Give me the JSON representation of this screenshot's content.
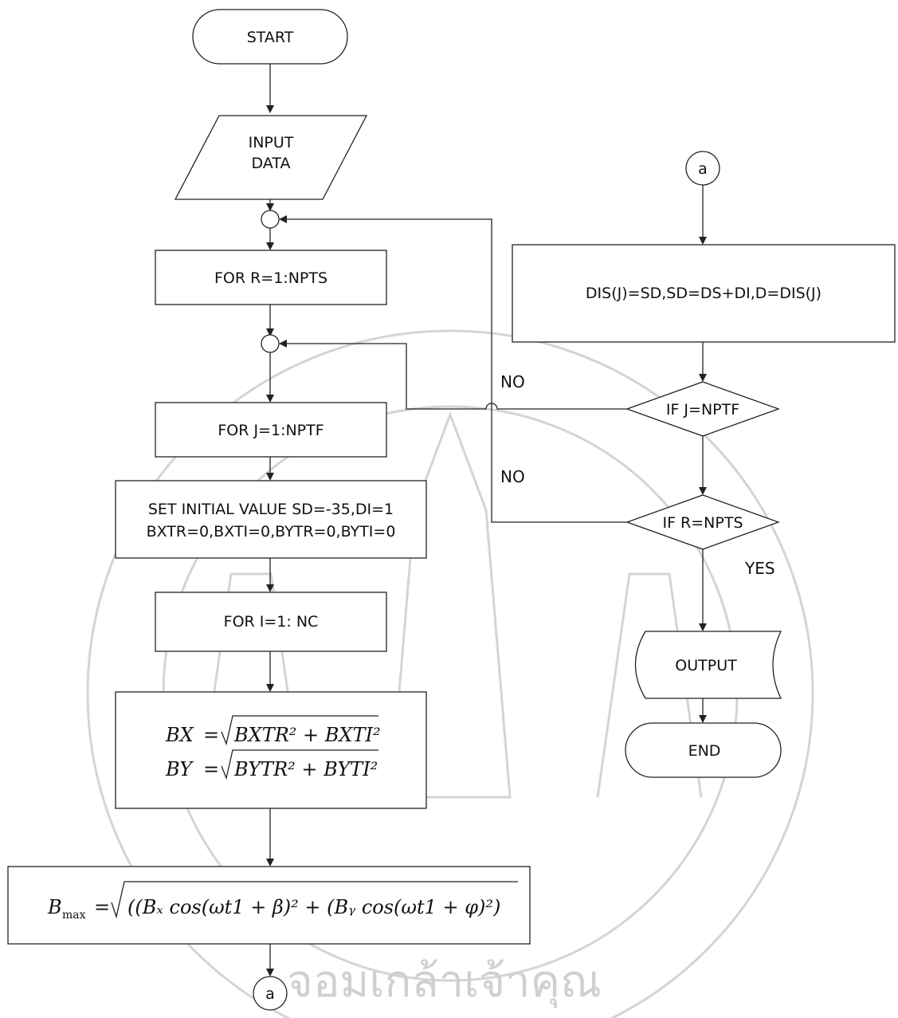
{
  "flowchart": {
    "start": "START",
    "input_line1": "INPUT",
    "input_line2": "DATA",
    "for_r": "FOR R=1:NPTS",
    "for_j": "FOR J=1:NPTF",
    "set_init_line1": "SET INITIAL VALUE SD=-35,DI=1",
    "set_init_line2": "BXTR=0,BXTI=0,BYTR=0,BYTI=0",
    "for_i": "FOR I=1: NC",
    "bx_eq": "BX",
    "bx_rhs": "BXTR² + BXTI²",
    "by_eq": "BY",
    "by_rhs": "BYTR² + BYTI²",
    "bmax_lhs": "B",
    "bmax_sub": "max",
    "bmax_rhs": "((Bₓ cos(ωt1 + β)² + (Bᵧ cos(ωt1 + φ)²)",
    "connector_bottom": "a",
    "connector_top": "a",
    "dis_box": "DIS(J)=SD,SD=DS+DI,D=DIS(J)",
    "if_j": "IF J=NPTF",
    "if_r": "IF R=NPTS",
    "no_1": "NO",
    "no_2": "NO",
    "yes": "YES",
    "output": "OUTPUT",
    "end": "END"
  }
}
